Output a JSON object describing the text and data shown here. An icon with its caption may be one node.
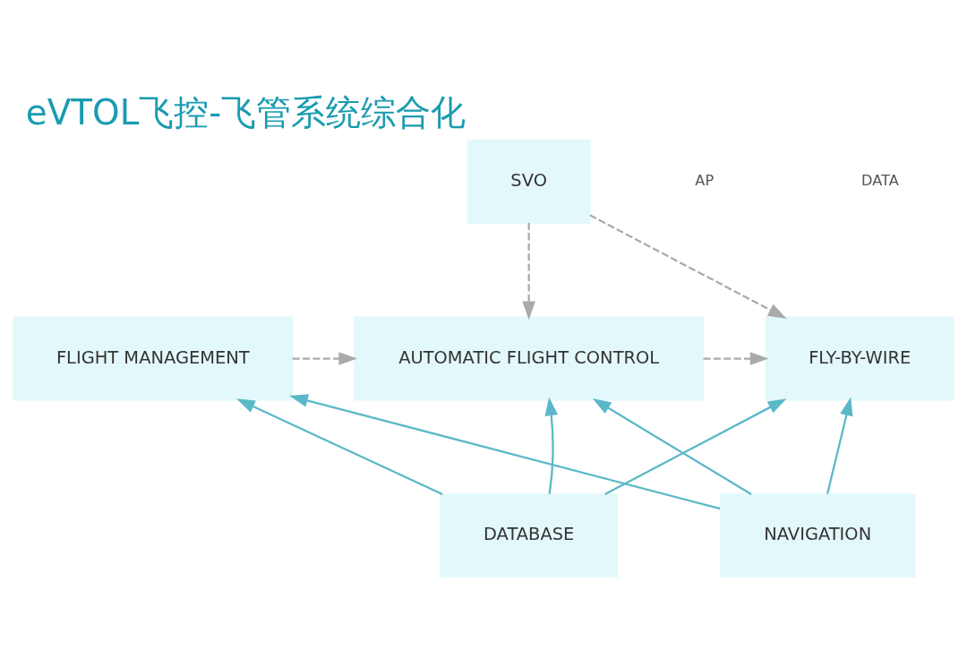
{
  "diagram": {
    "title": "eVTOL飞控-飞管系统综合化",
    "nodes": [
      {
        "text": [
          "SVO"
        ]
      },
      {
        "text": [
          "FLIGHT MANAGEMENT"
        ]
      },
      {
        "text": [
          "AUTOMATIC FLIGHT CONTROL"
        ]
      },
      {
        "text": [
          "FLY-BY-WIRE"
        ]
      },
      {
        "text": [
          "DATABASE"
        ]
      },
      {
        "text": [
          "NAVIGATION"
        ]
      }
    ],
    "edges": [
      {
        "from": 0,
        "to": 2,
        "arrow": "to",
        "style": "dashed",
        "color": "#aaaaaa"
      },
      {
        "from": 0,
        "to": 3,
        "arrow": "to",
        "style": "dashed",
        "color": "#aaaaaa"
      },
      {
        "from": 1,
        "to": 2,
        "arrow": "to",
        "style": "dashed",
        "color": "#aaaaaa"
      },
      {
        "from": 2,
        "to": 3,
        "arrow": "to",
        "style": "dashed",
        "color": "#aaaaaa"
      },
      {
        "from": 4,
        "to": 1,
        "arrow": "to"
      },
      {
        "from": 4,
        "to": 2,
        "arrow": "to"
      },
      {
        "from": 4,
        "to": 3,
        "arrow": "to"
      },
      {
        "from": 5,
        "to": 1,
        "arrow": "to"
      },
      {
        "from": 5,
        "to": 2,
        "arrow": "to"
      },
      {
        "from": 5,
        "to": 3,
        "arrow": "to"
      }
    ],
    "labels": [
      "AP",
      "DATA"
    ]
  }
}
